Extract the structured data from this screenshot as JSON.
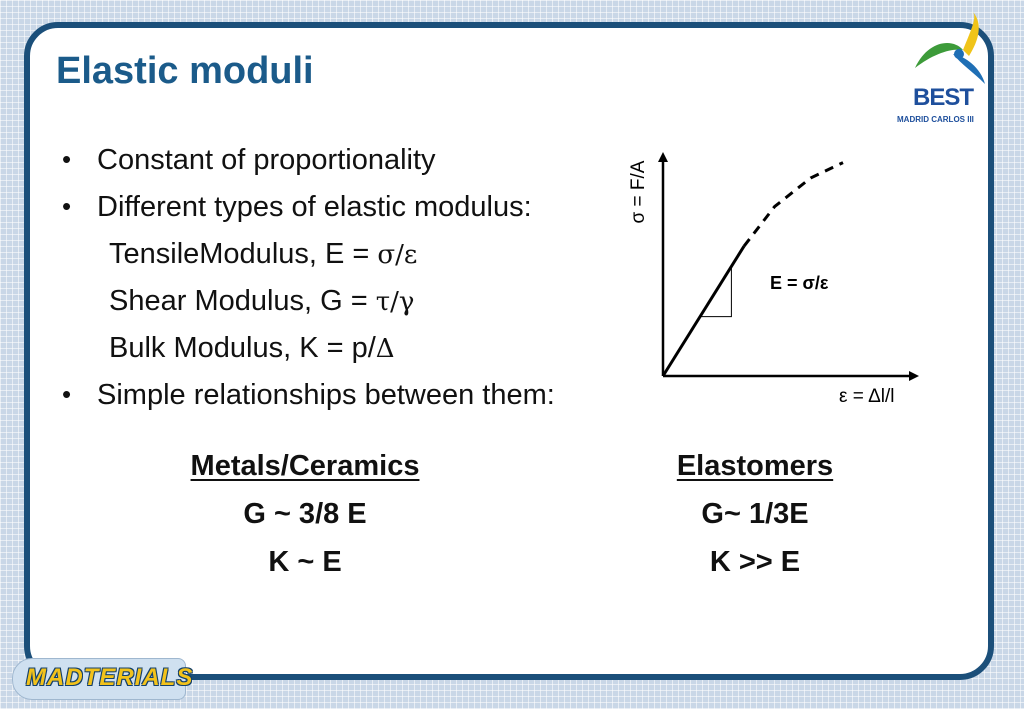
{
  "slide": {
    "title": "Elastic moduli",
    "logo": {
      "name": "BEST",
      "subtitle": "MADRID CARLOS III",
      "icon": "best-swirl-logo"
    },
    "footer_logo": {
      "text": "MADTERIALS",
      "icon": "madterials-logo"
    },
    "colors": {
      "frame": "#1b4f7a",
      "title": "#1b5b8a",
      "background": "#c9d7e7"
    }
  },
  "bullets": [
    {
      "text": "Constant of proportionality"
    },
    {
      "text": "Different types of elastic modulus:"
    },
    {
      "prefix": "TensileModulus, E = ",
      "symbol": "σ/ε"
    },
    {
      "prefix": "Shear Modulus, G = ",
      "symbol": "τ/γ"
    },
    {
      "prefix": "Bulk Modulus, K = p/",
      "symbol": "Δ"
    },
    {
      "text": "Simple relationships between them:"
    }
  ],
  "chart_data": {
    "type": "line",
    "ylabel": "σ = F/A",
    "xlabel": "ε = Δl/l",
    "annotation": "E = σ/ε",
    "series": [
      {
        "style": "solid",
        "x": [
          0,
          0.45
        ],
        "y": [
          0,
          0.59
        ]
      },
      {
        "style": "dashed",
        "x": [
          0.45,
          0.62,
          0.82,
          1.0
        ],
        "y": [
          0.59,
          0.77,
          0.9,
          0.97
        ]
      }
    ],
    "slope_triangle": {
      "x": [
        0.21,
        0.38
      ],
      "y": [
        0.27,
        0.5
      ]
    },
    "xlim": [
      0,
      1
    ],
    "ylim": [
      0,
      1
    ],
    "grid": false
  },
  "relationships": {
    "metals": {
      "heading": "Metals/Ceramics",
      "row1": "G ~ 3/8 E",
      "row2": "K ~ E"
    },
    "elastomers": {
      "heading": "Elastomers",
      "row1": "G~ 1/3E",
      "row2": "K >> E"
    }
  }
}
